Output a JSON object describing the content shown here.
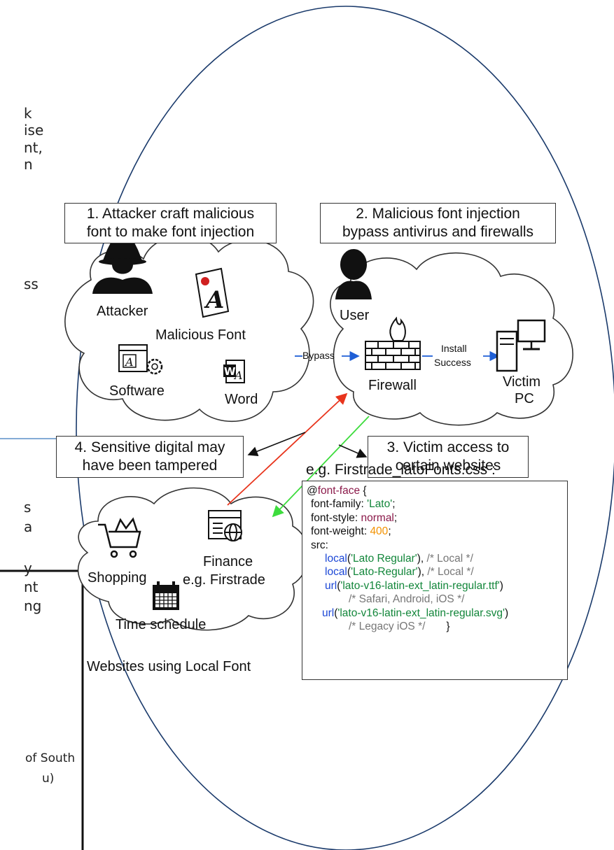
{
  "left_fragments": [
    "k",
    "ise",
    "nt,",
    "n",
    "ss",
    "s",
    "a",
    "y",
    "nt",
    "ng",
    "of South",
    "u)"
  ],
  "steps": {
    "step1": [
      "1. Attacker craft malicious",
      "font to make font injection"
    ],
    "step2": [
      "2. Malicious font injection",
      "bypass antivirus and firewalls"
    ],
    "step3": [
      "3. Victim access to",
      "certain websites"
    ],
    "step4": [
      "4. Sensitive digital may",
      "have been tampered"
    ]
  },
  "attacker_cloud": {
    "attacker": "Attacker",
    "malicious_font": "Malicious Font",
    "software": "Software",
    "word": "Word"
  },
  "victim_cloud": {
    "user": "User",
    "firewall": "Firewall",
    "install_success": [
      "Install",
      "Success"
    ],
    "victim_pc": [
      "Victim",
      "PC"
    ]
  },
  "bypass_label": "Bypass",
  "websites_cloud": {
    "shopping": "Shopping",
    "finance": [
      "Finance",
      "e.g. Firstrade"
    ],
    "time_schedule": "Time schedule",
    "caption": "Websites using Local Font"
  },
  "css_example": {
    "title": "e.g. Firstrade_latoFonts.css :",
    "at_rule": "@",
    "font_face": "font-face",
    "open_brace": " {",
    "family_prop": "font-family: ",
    "family_val": "'Lato'",
    "style_prop": "font-style: ",
    "style_val": "normal",
    "weight_prop": "font-weight: ",
    "weight_val": "400",
    "semicolon": ";",
    "src": "src:",
    "local_fn": "local",
    "url_fn": "url",
    "local1": "'Lato Regular'",
    "local2": "'Lato-Regular'",
    "local_comment": "/* Local */",
    "url1": "'lato-v16-latin-ext_latin-regular.ttf'",
    "url1_comment": "/* Safari, Android, iOS */",
    "url2": "'lato-v16-latin-ext_latin-regular.svg'",
    "url2_comment": "/* Legacy iOS */",
    "close_brace": "}"
  },
  "colors": {
    "arrow_blue": "#1f5fd6",
    "arrow_red": "#e8341c",
    "arrow_green": "#3ddc3d",
    "divider_blue": "#5b8fc9",
    "code_keyword": "#8b1a4a",
    "code_string": "#12863a",
    "code_number": "#f39200",
    "code_function": "#1c47d6"
  }
}
